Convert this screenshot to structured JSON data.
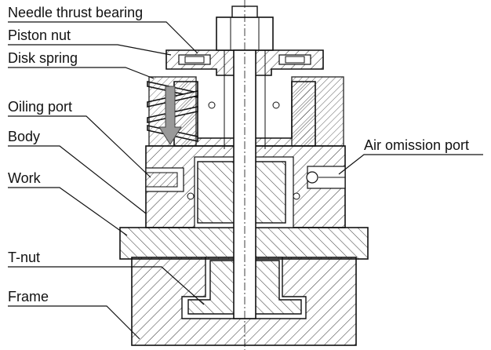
{
  "labels": {
    "needle_thrust_bearing": "Needle thrust bearing",
    "piston_nut": "Piston nut",
    "disk_spring": "Disk spring",
    "oiling_port": "Oiling port",
    "body": "Body",
    "work": "Work",
    "t_nut": "T-nut",
    "frame": "Frame",
    "air_omission_port": "Air omission port"
  },
  "colors": {
    "line": "#111111",
    "hatch": "#333333",
    "arrow_fill": "#999999",
    "background": "#ffffff"
  }
}
